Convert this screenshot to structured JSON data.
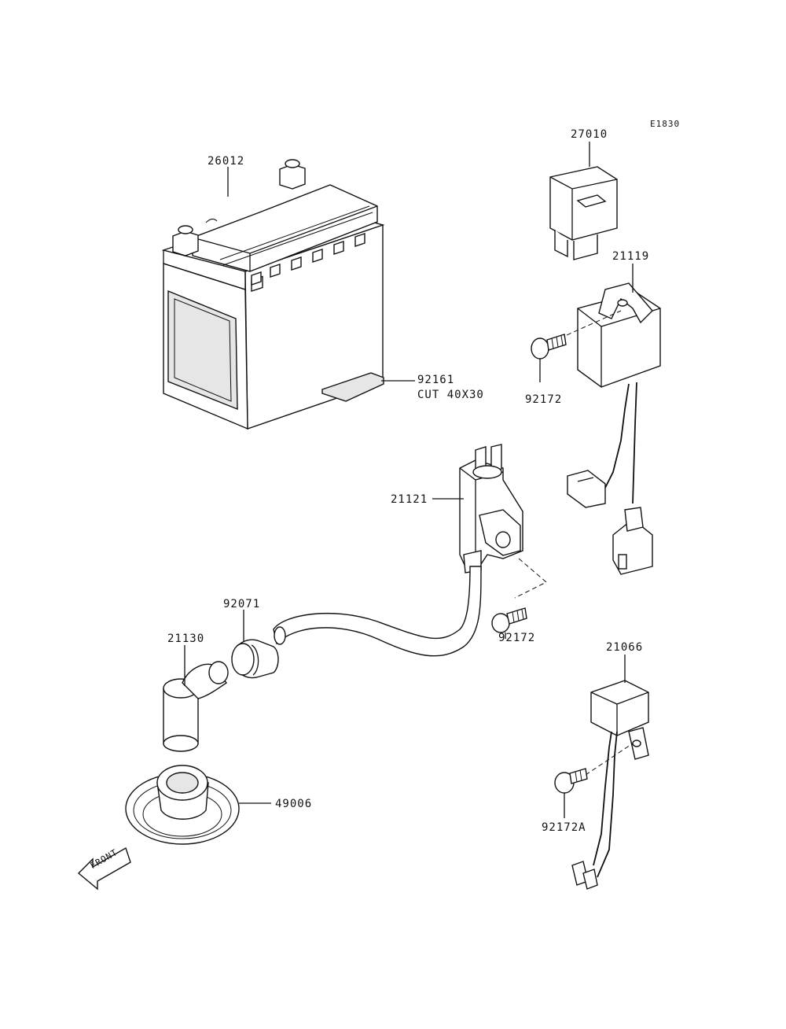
{
  "diagram_code": "E1830",
  "parts": {
    "battery": "26012",
    "battery_pad": "92161",
    "battery_pad_note": "CUT 40X30",
    "relay": "27010",
    "cdi_unit": "21119",
    "bolt_cdi": "92172",
    "ignition_coil": "21121",
    "bolt_coil": "92172",
    "cap": "92071",
    "plug_cap": "21130",
    "seal": "49006",
    "regulator": "21066",
    "bolt_regulator": "92172A"
  },
  "front_indicator": "FRONT"
}
